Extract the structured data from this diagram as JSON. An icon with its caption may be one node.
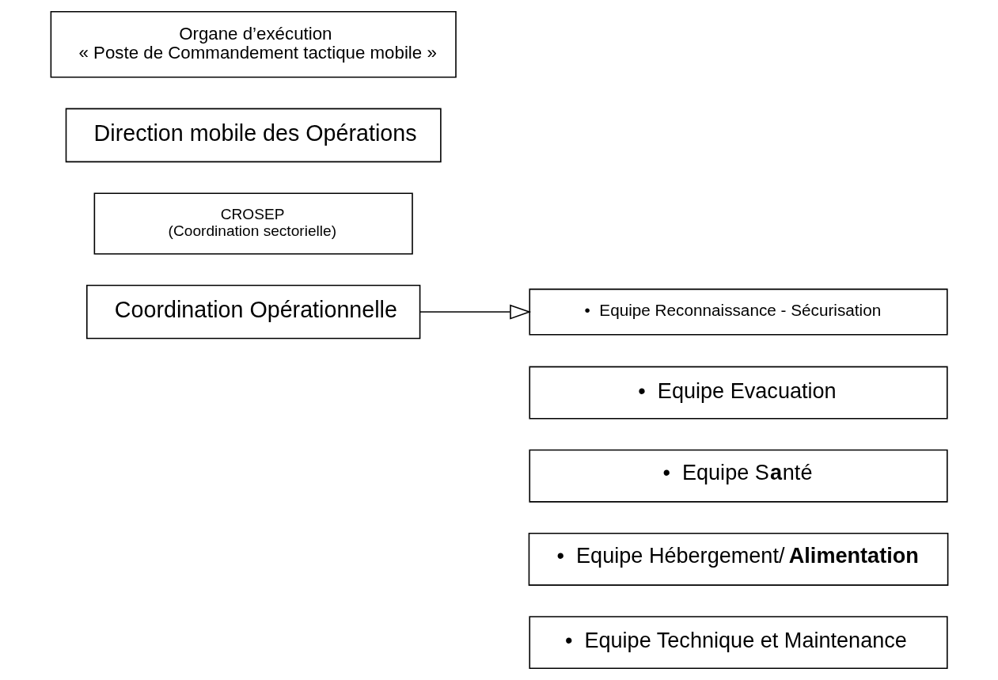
{
  "diagram": {
    "nodes": [
      {
        "text": [
          "Organe d’exécution",
          "« Poste de Commandement tactique mobile »"
        ]
      },
      {
        "text": [
          "Direction mobile des Opérations"
        ]
      },
      {
        "text": [
          "CROSEP",
          "(Coordination sectorielle)"
        ]
      },
      {
        "text": [
          "Coordination Opérationnelle"
        ]
      },
      {
        "text": [
          "•  Equipe Reconnaissance - Sécurisation"
        ]
      },
      {
        "text": [
          "•  Equipe Evacuation"
        ]
      },
      {
        "text": [
          "•  Equipe S**a**nté"
        ]
      },
      {
        "text": [
          "•  Equipe Hébergement/**Alimentation**"
        ]
      },
      {
        "text": [
          "•  Equipe Technique et Maintenance"
        ]
      }
    ],
    "edges": [
      {
        "from": 3,
        "to": 4,
        "arrow": "to"
      }
    ]
  }
}
